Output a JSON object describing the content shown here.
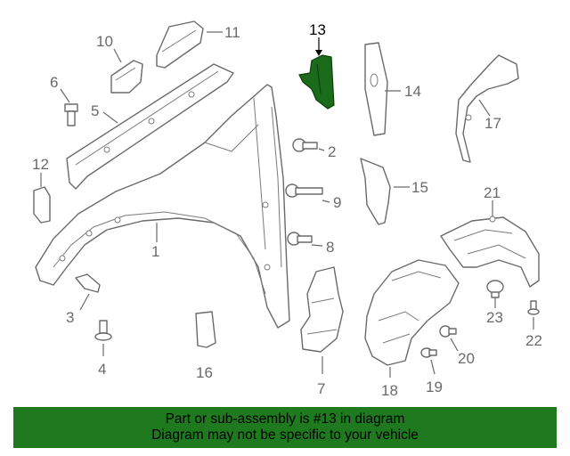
{
  "diagram": {
    "highlight_color": "#1a6b1a",
    "callouts": {
      "c1": "1",
      "c2": "2",
      "c3": "3",
      "c4": "4",
      "c5": "5",
      "c6": "6",
      "c7": "7",
      "c8": "8",
      "c9": "9",
      "c10": "10",
      "c11": "11",
      "c12": "12",
      "c13": "13",
      "c14": "14",
      "c15": "15",
      "c16": "16",
      "c17": "17",
      "c18": "18",
      "c19": "19",
      "c20": "20",
      "c21": "21",
      "c22": "22",
      "c23": "23"
    },
    "highlighted_callout": "13"
  },
  "banner": {
    "background": "#1f7a1f",
    "line1": "Part or sub-assembly is #13 in diagram",
    "line2": "Diagram may not be specific to your vehicle"
  }
}
